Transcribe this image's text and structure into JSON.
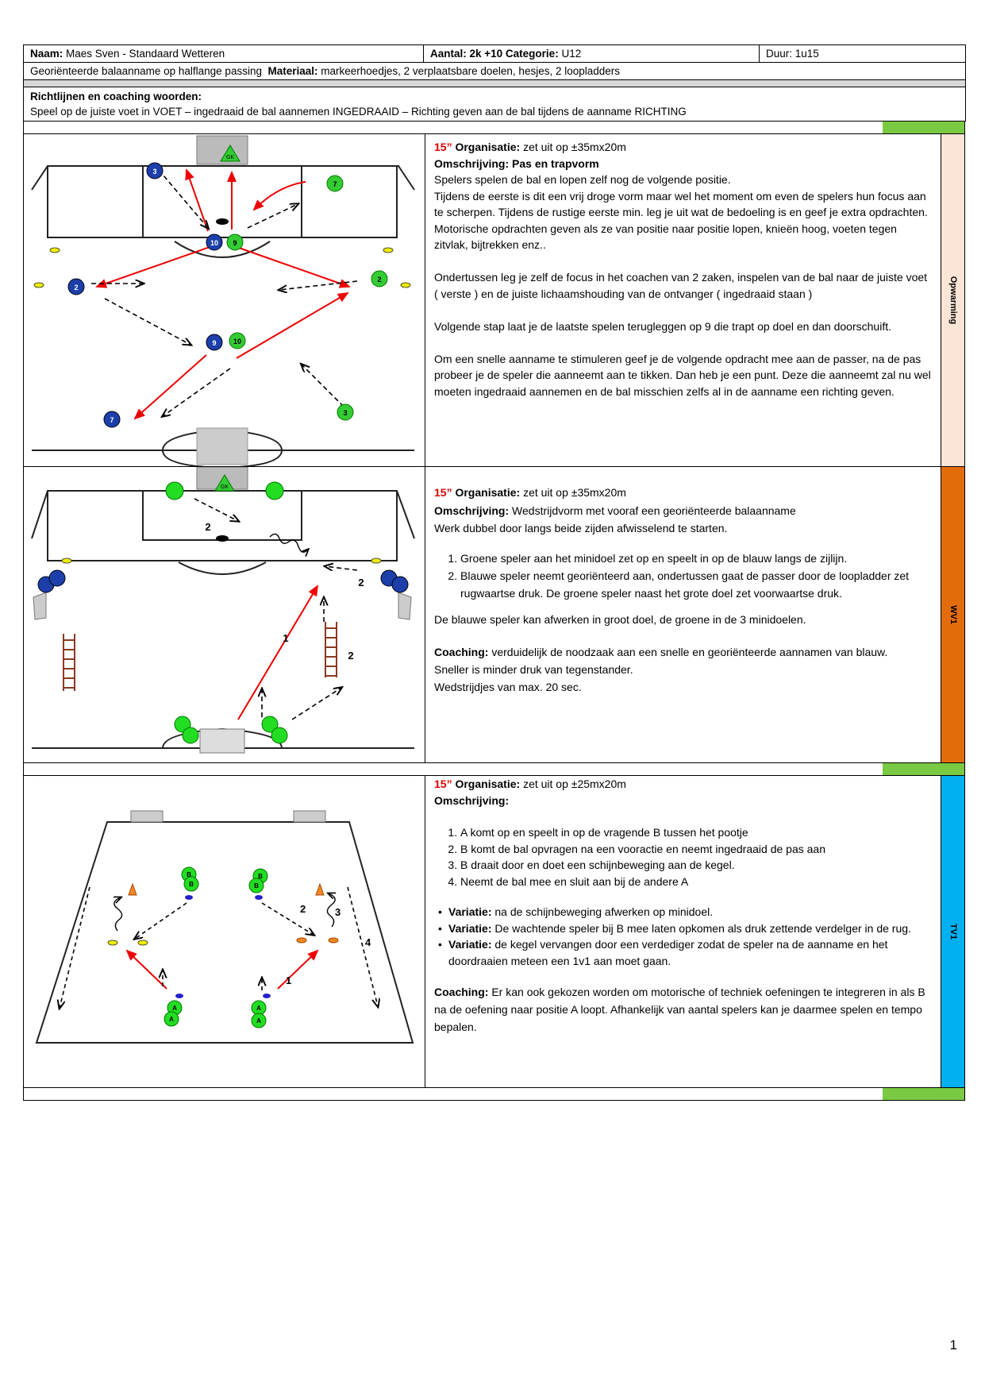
{
  "header": {
    "naam_label": "Naam:",
    "naam_value": "Maes Sven - Standaard Wetteren",
    "aantal": "Aantal: 2k +10 Categorie:",
    "categorie_value": "U12",
    "duur": "Duur: 1u15",
    "thema": "Georiënteerde balaanname op halflange passing",
    "materiaal_label": "Materiaal:",
    "materiaal_value": "markeerhoedjes, 2 verplaatsbare doelen, hesjes, 2 loopladders"
  },
  "richtlijnen": {
    "title": "Richtlijnen en coaching woorden:",
    "text": "Speel op de juiste voet in VOET – ingedraaid de bal aannemen INGEDRAAID – Richting geven aan de bal tijdens de aanname RICHTING"
  },
  "sections": [
    {
      "tag": "Opwarming",
      "tag_color": "#fbe5d6",
      "time": "15”",
      "org_label": "Organisatie:",
      "org_value": "zet uit op ±35mx20m",
      "desc_label": "Omschrijving: Pas en trapvorm",
      "p1": "Spelers spelen de bal en lopen zelf nog de volgende positie.",
      "p2": "Tijdens de eerste is dit een vrij droge vorm maar wel het moment om even de spelers hun focus aan te scherpen. Tijdens de rustige eerste min. leg je uit wat de bedoeling is en geef je extra opdrachten.",
      "p3": "Motorische opdrachten geven als ze van positie naar positie lopen, knieën hoog, voeten tegen zitvlak, bijtrekken enz..",
      "p4": "Ondertussen leg je zelf de focus in het coachen van 2 zaken, inspelen van de bal naar de juiste voet ( verste ) en de juiste lichaamshouding van de ontvanger ( ingedraaid staan )",
      "p5": "Volgende stap laat je de laatste spelen terugleggen op 9 die trapt op doel en dan doorschuift.",
      "p6": "Om een snelle aanname te stimuleren geef je de volgende opdracht mee aan de passer, na de pas probeer je de speler die aanneemt aan te tikken. Dan heb je een punt. Deze die aanneemt zal nu wel moeten ingedraaid aannemen en de bal misschien zelfs al in de aanname een richting geven."
    },
    {
      "tag": "WV1",
      "tag_color": "#e36c0a",
      "time": "15”",
      "org_label": "Organisatie:",
      "org_value": "zet uit op ±35mx20m",
      "desc_label": "Omschrijving:",
      "desc_value": "Wedstrijdvorm met vooraf een georiënteerde balaanname",
      "p1": "Werk dubbel door langs beide zijden afwisselend te starten.",
      "items": [
        "Groene speler aan het minidoel zet op en speelt in op de blauw langs de zijlijn.",
        "Blauwe speler neemt georiënteerd aan, ondertussen gaat de passer door de loopladder zet rugwaartse druk. De groene speler naast het grote doel zet voorwaartse druk."
      ],
      "p2": "De blauwe speler kan afwerken in groot doel, de groene in de 3 minidoelen.",
      "coach_label": "Coaching:",
      "coach_value": "verduidelijk de noodzaak aan een snelle en georiënteerde aannamen van blauw.",
      "p3": "Sneller is minder druk van tegenstander.",
      "p4": "Wedstrijdjes van max. 20 sec."
    },
    {
      "tag": "TV1",
      "tag_color": "#00b0f0",
      "time": "15”",
      "org_label": "Organisatie:",
      "org_value": "zet uit op ±25mx20m",
      "desc_label": "Omschrijving:",
      "items": [
        "A komt op en speelt in op de vragende B tussen het pootje",
        "B komt de bal opvragen na een vooractie en neemt ingedraaid de pas aan",
        "B draait door en doet een schijnbeweging aan de kegel.",
        "Neemt de bal mee en sluit aan bij de andere A"
      ],
      "variaties": [
        {
          "label": "Variatie:",
          "text": "na de schijnbeweging afwerken op minidoel."
        },
        {
          "label": "Variatie:",
          "text": "De wachtende speler bij B mee laten opkomen als druk zettende verdelger in de rug."
        },
        {
          "label": "Variatie:",
          "text": "de kegel vervangen door een verdediger zodat de speler na de aanname en het doordraaien meteen een 1v1 aan moet gaan."
        }
      ],
      "coach_label": "Coaching:",
      "coach_value": "Er kan ook gekozen worden om motorische of techniek oefeningen te integreren in als B na de oefening naar positie A loopt. Afhankelijk van aantal spelers kan je daarmee spelen en tempo bepalen."
    }
  ],
  "diagram1": {
    "gk": "GK",
    "p3": "3",
    "p7": "7",
    "p10": "10",
    "p9": "9",
    "p2": "2",
    "p7b": "7"
  },
  "diagram2": {
    "gk": "GK",
    "n1": "1",
    "n2": "2"
  },
  "diagram3": {
    "A": "A",
    "B": "B",
    "n1": "1",
    "n2": "2",
    "n3": "3",
    "n4": "4"
  },
  "page_number": "1"
}
